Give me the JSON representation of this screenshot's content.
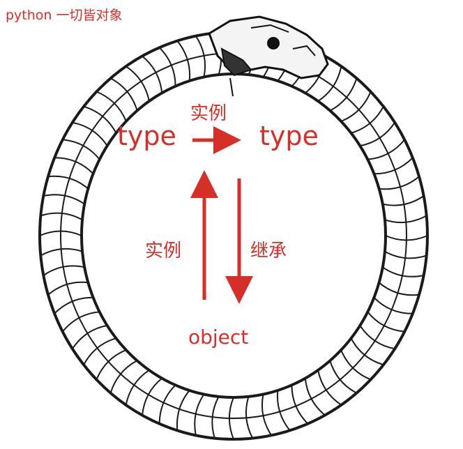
{
  "caption": "python 一切皆对象",
  "nodes": {
    "type_left": "type",
    "type_right": "type",
    "object": "object"
  },
  "edges": {
    "type_to_type": "实例",
    "object_to_type": "实例",
    "type_to_object": "继承"
  },
  "colors": {
    "accent": "#d62f28",
    "ink": "#1a1a1a",
    "scale": "#ffffff"
  }
}
